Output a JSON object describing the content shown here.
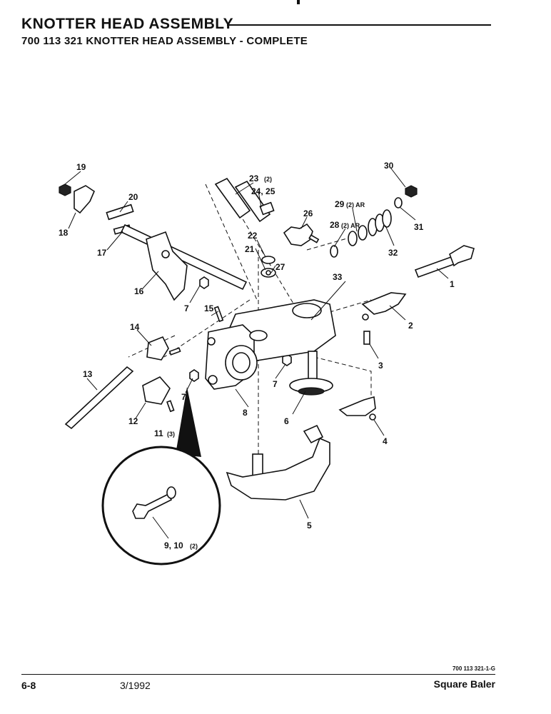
{
  "header": {
    "title": "KNOTTER HEAD ASSEMBLY",
    "subtitle": "700 113 321 KNOTTER HEAD ASSEMBLY - COMPLETE"
  },
  "callouts": {
    "c1": "1",
    "c2": "2",
    "c3": "3",
    "c4": "4",
    "c5": "5",
    "c6": "6",
    "c7a": "7",
    "c7b": "7",
    "c7c": "7",
    "c8": "8",
    "c9_10": "9, 10",
    "c9_10_qty": "(2)",
    "c11": "11",
    "c11_qty": "(3)",
    "c12": "12",
    "c13": "13",
    "c14": "14",
    "c15": "15",
    "c16": "16",
    "c17": "17",
    "c18": "18",
    "c19": "19",
    "c20": "20",
    "c21": "21",
    "c22": "22",
    "c23": "23",
    "c23_qty": "(2)",
    "c24_25": "24, 25",
    "c26": "26",
    "c27": "27",
    "c28": "28",
    "c28_qty": "(2) AR",
    "c29": "29",
    "c29_qty": "(2) AR",
    "c30": "30",
    "c31": "31",
    "c32": "32",
    "c33": "33"
  },
  "footer": {
    "drawing_code": "700 113 321-1-G",
    "page": "6-8",
    "date": "3/1992",
    "product": "Square Baler"
  }
}
